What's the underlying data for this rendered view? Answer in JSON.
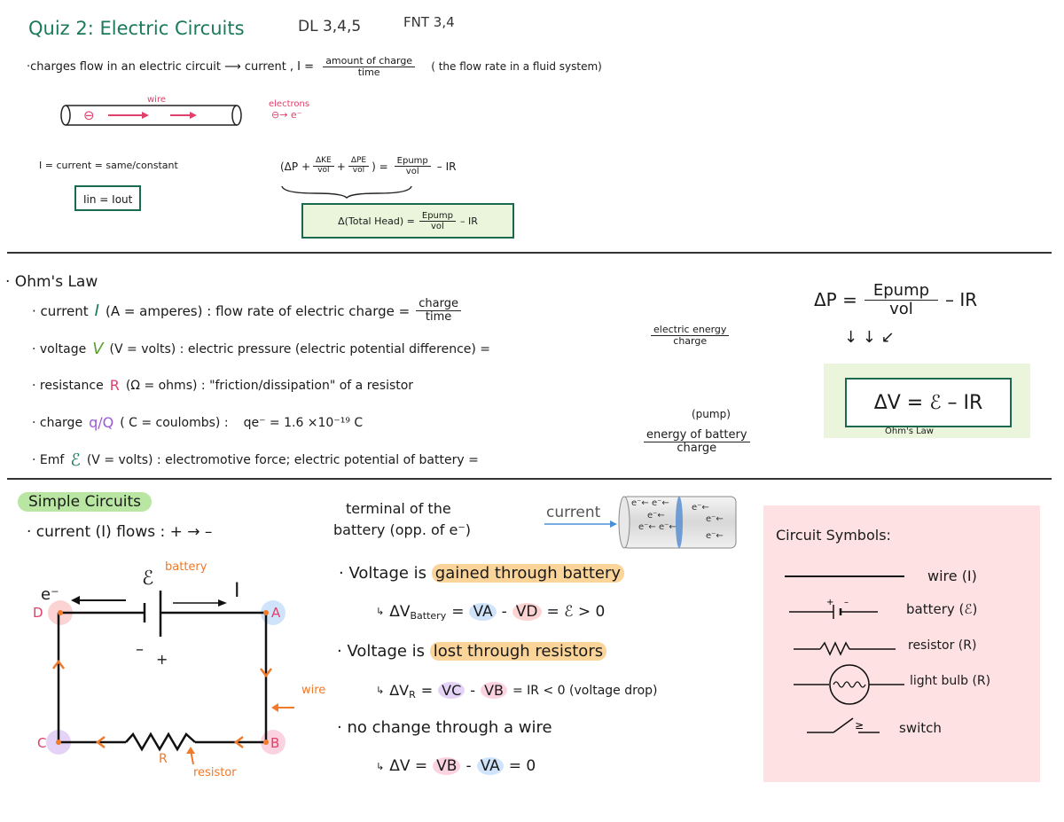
{
  "header": {
    "title": "Quiz 2: Electric Circuits",
    "dl": "DL 3,4,5",
    "fnt": "FNT 3,4"
  },
  "intro": {
    "line1": "·charges flow in an electric circuit ⟶ current , I =",
    "frac_num": "amount of charge",
    "frac_den": "time",
    "note": "( the flow rate in a fluid system)",
    "wire_label": "wire",
    "electrons_label": "electrons",
    "electron_symbol": "⊖→ e⁻",
    "wire_minus": "⊖",
    "current_const": "I = current = same/constant",
    "iin_iout": "Iin = Iout",
    "eq_left": "(ΔP +",
    "eq_kf_num": "ΔKE",
    "eq_kf_den": "vol",
    "eq_pe_num": "ΔPE",
    "eq_pe_den": "vol",
    "eq_equals": ") =",
    "eq_pump_num": "Epump",
    "eq_pump_den": "vol",
    "eq_minus_ir": "– IR",
    "total_head_left": "Δ(Total Head) =",
    "total_head_num": "Epump",
    "total_head_den": "vol",
    "total_head_right": "– IR"
  },
  "ohms": {
    "title": "· Ohm's Law",
    "current_label": "· current",
    "current_sym": "I",
    "current_desc": "(A = amperes) : flow rate of electric charge =",
    "current_num": "charge",
    "current_den": "time",
    "voltage_label": "· voltage",
    "voltage_sym": "V",
    "voltage_desc": "(V = volts) : electric pressure (electric potential difference) =",
    "voltage_num": "electric energy",
    "voltage_den": "charge",
    "resistance_label": "· resistance",
    "resistance_sym": "R",
    "resistance_desc": "(Ω = ohms) : \"friction/dissipation\" of a resistor",
    "charge_label": "· charge",
    "charge_sym": "q/Q",
    "charge_desc": "( C = coulombs) :",
    "charge_value": "qe⁻ = 1.6 ×10⁻¹⁹ C",
    "emf_label": "· Emf",
    "emf_sym": "ℰ",
    "emf_desc": "(V = volts) : electromotive force; electric potential of battery =",
    "emf_pump": "(pump)",
    "emf_num": "energy of battery",
    "emf_den": "charge",
    "dp_left": "ΔP =",
    "dp_num": "Epump",
    "dp_den": "vol",
    "dp_right": "– IR",
    "arrows": "↓          ↓     ↙",
    "dv_formula": "ΔV = ℰ – IR",
    "dv_caption": "Ohm's Law"
  },
  "simple": {
    "title": "Simple Circuits",
    "current_flows": "· current (I) flows : + → –",
    "terminal1": "terminal of the",
    "terminal2": "battery (opp. of e⁻)",
    "current_img_label": "current",
    "tube_electrons": [
      "e⁻← e⁻←",
      "e⁻←",
      "e⁻←   e⁻←",
      "e⁻←",
      "e⁻←",
      "e⁻←"
    ],
    "circuit": {
      "e_minus": "e⁻",
      "emf": "ℰ",
      "battery": "battery",
      "I": "I",
      "node_d": "D",
      "node_a": "A",
      "node_b": "B",
      "node_c": "C",
      "minus": "–",
      "plus": "+",
      "wire": "wire",
      "R": "R",
      "resistor": "resistor"
    },
    "v1_text_a": "· Voltage is",
    "v1_hl": "gained through battery",
    "v1_eq": "↳ ΔVBattery = VA - VD = ℰ  > 0",
    "v1_eq_a": "ΔV",
    "v1_eq_sub": "Battery",
    "v1_eq_va": "VA",
    "v1_eq_vd": "VD",
    "v1_eq_rest": "= ℰ  > 0",
    "v2_text_a": "· Voltage is",
    "v2_hl": "lost through resistors",
    "v2_eq_a": "ΔV",
    "v2_eq_sub": "R",
    "v2_eq_vc": "VC",
    "v2_eq_vb": "VB",
    "v2_eq_rest": "= IR < 0  (voltage drop)",
    "v3_text": "· no change through a wire",
    "v3_eq_a": "ΔV =",
    "v3_eq_vb": "VB",
    "v3_eq_va": "VA",
    "v3_eq_rest": "= 0"
  },
  "symbols": {
    "title": "Circuit Symbols:",
    "items": [
      {
        "label": "wire (I)"
      },
      {
        "label": "battery (ℰ)"
      },
      {
        "label": "resistor (R)"
      },
      {
        "label": "light bulb (R)"
      },
      {
        "label": "switch"
      }
    ]
  },
  "colors": {
    "teal": "#1a7a5a",
    "pink": "#e0406a",
    "orange": "#ef7a2a",
    "green_bg": "#eaf5dc",
    "pink_bg": "#fde1e3",
    "hl_orange": "#fbd49a",
    "blue_bubble": "#cfe4fb",
    "pink_bubble": "#fbd3e0",
    "purple_bubble": "#e4d3f7"
  }
}
